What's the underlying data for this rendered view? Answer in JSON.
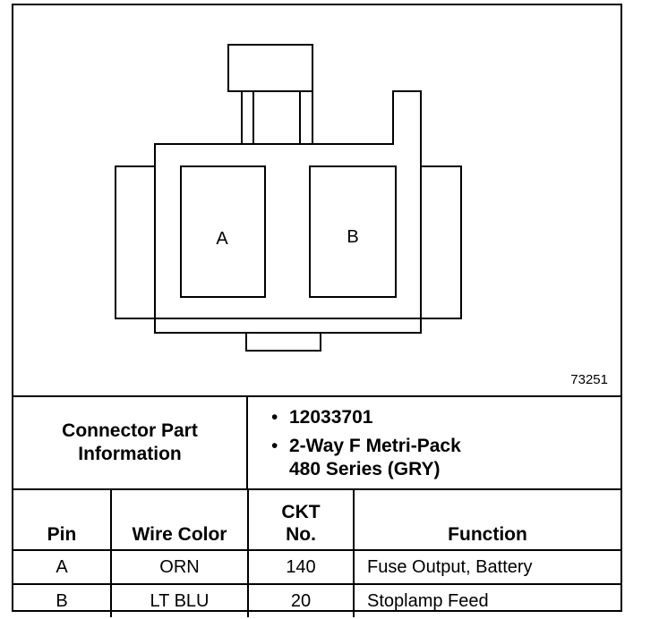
{
  "diagram": {
    "figure_number": "73251",
    "cavity_labels": [
      "A",
      "B"
    ]
  },
  "connector_info": {
    "label_lines": [
      "Connector Part",
      "Information"
    ],
    "part_number": "12033701",
    "description_lines": [
      "2-Way F Metri-Pack",
      "480 Series (GRY)"
    ]
  },
  "table": {
    "headers": {
      "pin": "Pin",
      "wire_color": "Wire Color",
      "ckt_line1": "CKT",
      "ckt_line2": "No.",
      "function": "Function"
    },
    "rows": [
      {
        "pin": "A",
        "wire_color": "ORN",
        "ckt": "140",
        "function": "Fuse Output, Battery"
      },
      {
        "pin": "B",
        "wire_color": "LT BLU",
        "ckt": "20",
        "function": "Stoplamp Feed"
      }
    ]
  }
}
